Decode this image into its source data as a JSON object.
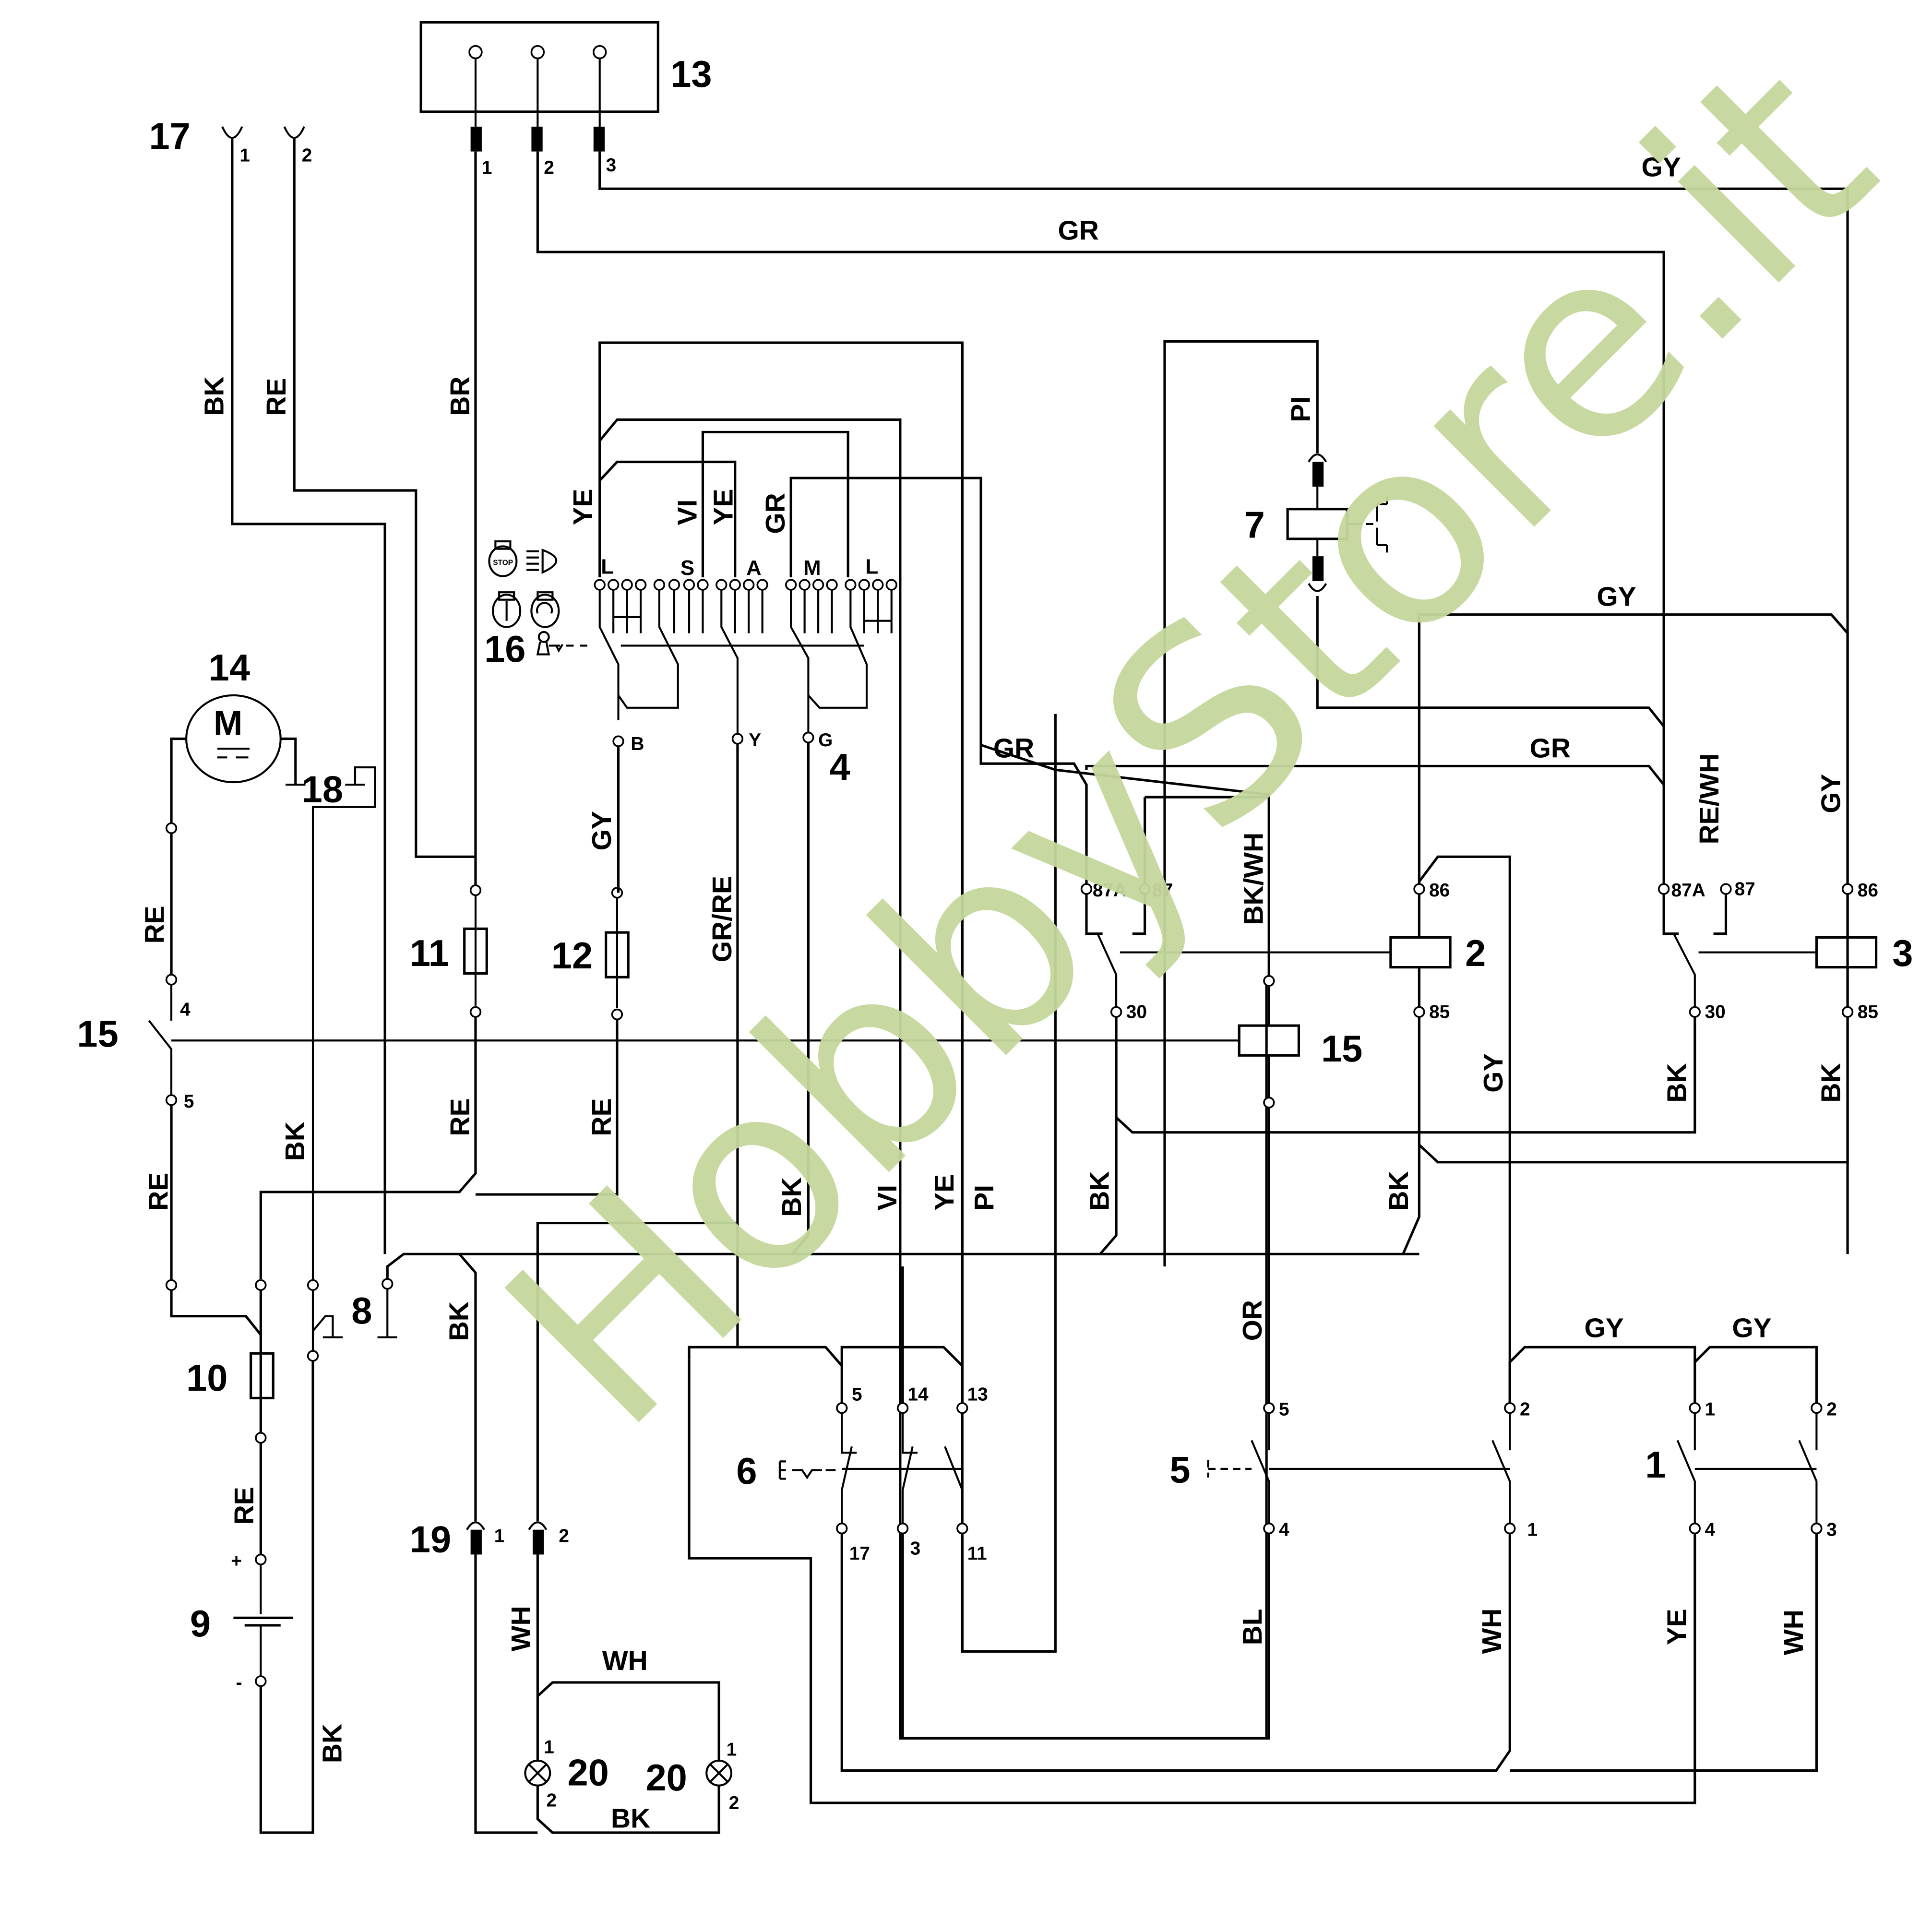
{
  "diagram": {
    "title": "Wiring diagram",
    "watermark": "HobbyStore.it",
    "watermark_color": "#c5d89c",
    "line_color": "#000000",
    "components": {
      "c1": "1",
      "c2": "2",
      "c3": "3",
      "c4": "4",
      "c5": "5",
      "c6": "6",
      "c7": "7",
      "c8": "8",
      "c9": "9",
      "c10": "10",
      "c11": "11",
      "c12": "12",
      "c13": "13",
      "c14": "14",
      "c15a": "15",
      "c15b": "15",
      "c16": "16",
      "c17": "17",
      "c18": "18",
      "c19": "19",
      "c20a": "20",
      "c20b": "20",
      "motor_symbol": "M"
    },
    "wire_colors": {
      "bk_17": "BK",
      "re_17": "RE",
      "br_13": "BR",
      "gy_top": "GY",
      "gr_top": "GR",
      "ye_1": "YE",
      "vi_1": "VI",
      "ye_2": "YE",
      "gr_1": "GR",
      "pi_7": "PI",
      "gy_mid": "GY",
      "gr_mid": "GR",
      "gr_mid2": "GR",
      "re_wh": "RE/WH",
      "gy_r3": "GY",
      "bk_wh": "BK/WH",
      "re_motor": "RE",
      "gy_b": "GY",
      "gr_re": "GR/RE",
      "re_15": "RE",
      "bk_18": "BK",
      "re_11": "RE",
      "re_12": "RE",
      "bk_4": "BK",
      "vi_2": "VI",
      "ye_3": "YE",
      "pi_2": "PI",
      "bk_r2": "BK",
      "gy_r2": "GY",
      "bk_r2b": "BK",
      "bk_r3a": "BK",
      "bk_r3b": "BK",
      "bk_19": "BK",
      "or_5": "OR",
      "gy_s1": "GY",
      "gy_s2": "GY",
      "re_bat": "RE",
      "wh_19": "WH",
      "wh_20": "WH",
      "bk_20": "BK",
      "bk_bat": "BK",
      "bl": "BL",
      "wh_s5": "WH",
      "ye_s1": "YE",
      "wh_s1": "WH"
    },
    "pins": {
      "p17_1": "1",
      "p17_2": "2",
      "p13_1": "1",
      "p13_2": "2",
      "p13_3": "3",
      "ks_L1": "L",
      "ks_S": "S",
      "ks_A": "A",
      "ks_M": "M",
      "ks_L2": "L",
      "ks_B": "B",
      "ks_Y": "Y",
      "ks_G": "G",
      "r2_87a": "87A",
      "r2_87": "87",
      "r2_86": "86",
      "r2_85": "85",
      "r2_30": "30",
      "r3_87a": "87A",
      "r3_87": "87",
      "r3_86": "86",
      "r3_85": "85",
      "r3_30": "30",
      "s15_4": "4",
      "s15_5": "5",
      "s6_5": "5",
      "s6_14": "14",
      "s6_13": "13",
      "s6_17": "17",
      "s6_3": "3",
      "s6_11": "11",
      "s5_5": "5",
      "s5_2": "2",
      "s5_4": "4",
      "s5_1": "1",
      "s1_1": "1",
      "s1_2": "2",
      "s1_4": "4",
      "s1_3": "3",
      "p19_1": "1",
      "p19_2": "2",
      "l20a_1": "1",
      "l20a_2": "2",
      "l20b_1": "1",
      "l20b_2": "2",
      "bat_plus": "+",
      "bat_minus": "-",
      "s6_act": "E"
    },
    "icons": [
      "stop-icon",
      "headlight-icon",
      "ignition-on-icon",
      "start-icon",
      "key-icon"
    ]
  }
}
